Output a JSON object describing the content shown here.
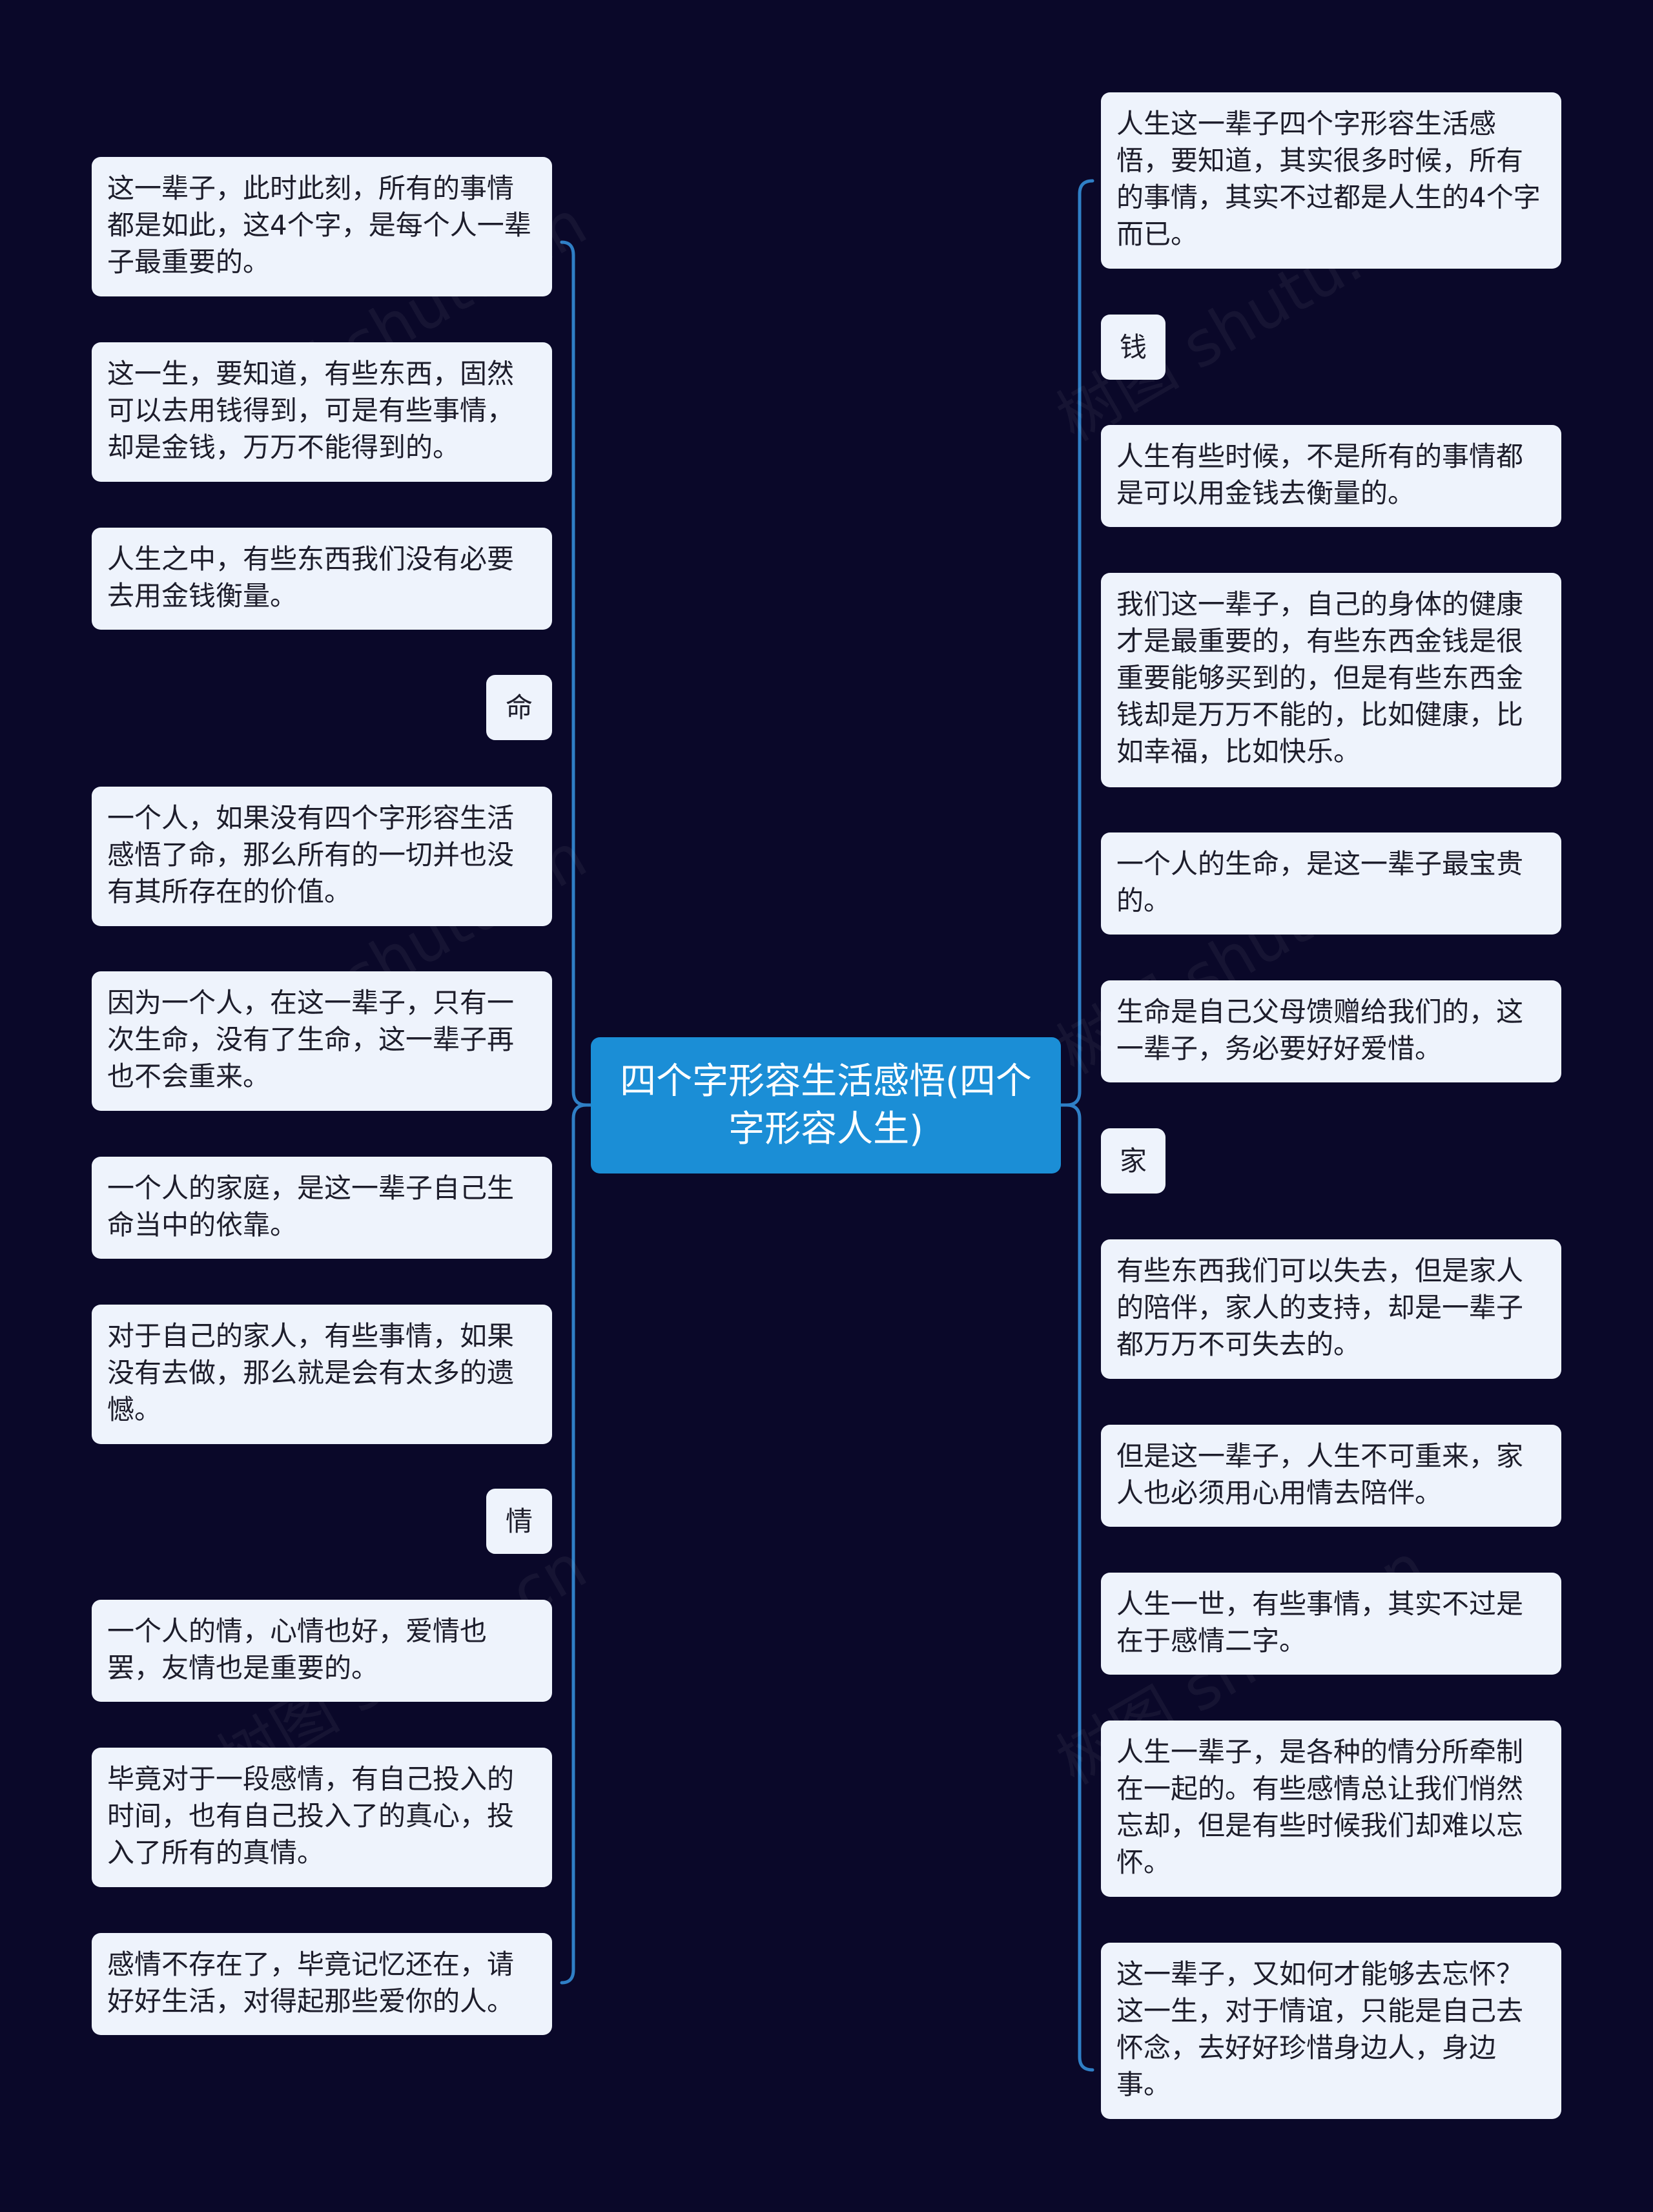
{
  "root": {
    "label": "四个字形容生活感悟(四个字形容人生)"
  },
  "left_nodes": [
    "这一辈子，此时此刻，所有的事情都是如此，这4个字，是每个人一辈子最重要的。",
    "这一生，要知道，有些东西，固然可以去用钱得到，可是有些事情，却是金钱，万万不能得到的。",
    "人生之中，有些东西我们没有必要去用金钱衡量。",
    "命",
    "一个人，如果没有四个字形容生活感悟了命，那么所有的一切并也没有其所存在的价值。",
    "因为一个人，在这一辈子，只有一次生命，没有了生命，这一辈子再也不会重来。",
    "一个人的家庭，是这一辈子自己生命当中的依靠。",
    "对于自己的家人，有些事情，如果没有去做，那么就是会有太多的遗憾。",
    "情",
    "一个人的情，心情也好，爱情也罢，友情也是重要的。",
    "毕竟对于一段感情，有自己投入的时间，也有自己投入了的真心，投入了所有的真情。",
    "感情不存在了，毕竟记忆还在，请好好生活，对得起那些爱你的人。"
  ],
  "right_nodes": [
    "人生这一辈子四个字形容生活感悟，要知道，其实很多时候，所有的事情，其实不过都是人生的4个字而已。",
    "钱",
    "人生有些时候，不是所有的事情都是可以用金钱去衡量的。",
    "我们这一辈子，自己的身体的健康才是最重要的，有些东西金钱是很重要能够买到的，但是有些东西金钱却是万万不能的，比如健康，比如幸福，比如快乐。",
    "一个人的生命，是这一辈子最宝贵的。",
    "生命是自己父母馈赠给我们的，这一辈子，务必要好好爱惜。",
    "家",
    "有些东西我们可以失去，但是家人的陪伴，家人的支持，却是一辈子都万万不可失去的。",
    "但是这一辈子，人生不可重来，家人也必须用心用情去陪伴。",
    "人生一世，有些事情，其实不过是在于感情二字。",
    "人生一辈子，是各种的情分所牵制在一起的。有些感情总让我们悄然忘却，但是有些时候我们却难以忘怀。",
    "这一辈子，又如何才能够去忘怀？这一生，对于情谊，只能是自己去怀念，去好好珍惜身边人，身边事。"
  ],
  "watermark": "树图 shutu.cn",
  "colors": {
    "background": "#0a0829",
    "root": "#1b8ed6",
    "node": "#eef3fc",
    "line": "#2f7fc6"
  }
}
